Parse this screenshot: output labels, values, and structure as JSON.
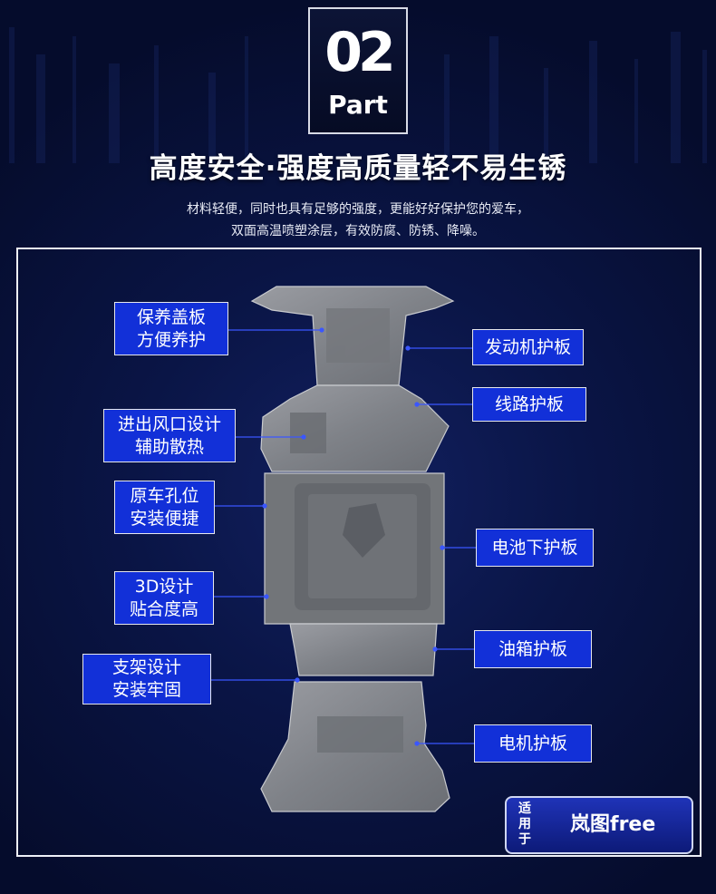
{
  "badge": {
    "number": "02",
    "word": "Part"
  },
  "headline": "高度安全·强度高质量轻不易生锈",
  "subtitle": [
    "材料轻便，同时也具有足够的强度，更能好好保护您的爱车，",
    "双面高温喷塑涂层，有效防腐、防锈、降噪。"
  ],
  "left_labels": [
    {
      "lines": [
        "保养盖板",
        "方便养护"
      ]
    },
    {
      "lines": [
        "进出风口设计",
        "辅助散热"
      ]
    },
    {
      "lines": [
        "原车孔位",
        "安装便捷"
      ]
    },
    {
      "lines": [
        "3D设计",
        "贴合度高"
      ]
    },
    {
      "lines": [
        "支架设计",
        "安装牢固"
      ]
    }
  ],
  "right_labels": [
    "发动机护板",
    "线路护板",
    "电池下护板",
    "油箱护板",
    "电机护板"
  ],
  "applicable": {
    "prefix": "适用于",
    "model": "岚图free"
  },
  "colors": {
    "label_bg": "#1230d8",
    "background": "#0a1546",
    "plate": "#8d9096"
  }
}
